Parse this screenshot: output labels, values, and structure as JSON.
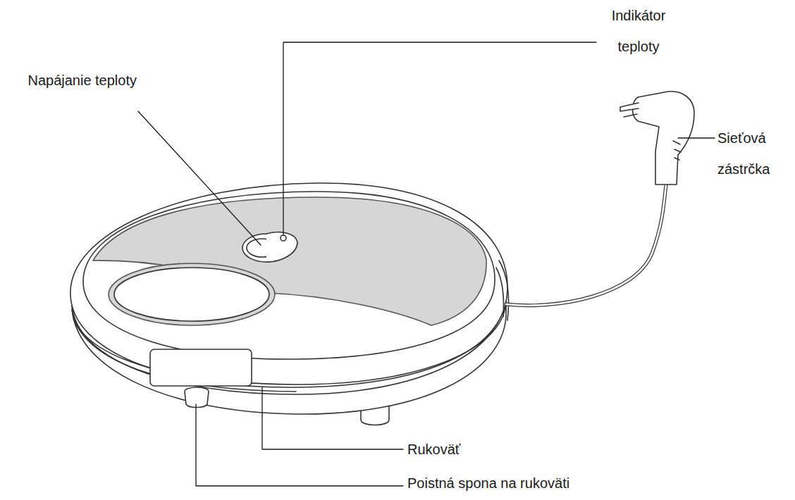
{
  "diagram": {
    "labels": [
      "Indikátor teploty",
      "Napájanie teploty",
      "Sieťová zástrčka",
      "Rukoväť",
      "Poistná spona na rukoväti"
    ]
  }
}
